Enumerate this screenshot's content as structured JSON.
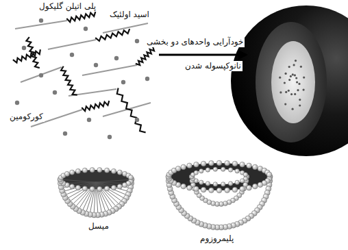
{
  "diagram": {
    "labels": [
      "پلی اتیلن گلیکول",
      "اسید اولئیک",
      "کورکومین",
      "خودآرایی واحدهای دو بخشی",
      "نانوکپسوله شدن",
      "میسل",
      "پلیمروزوم"
    ]
  }
}
